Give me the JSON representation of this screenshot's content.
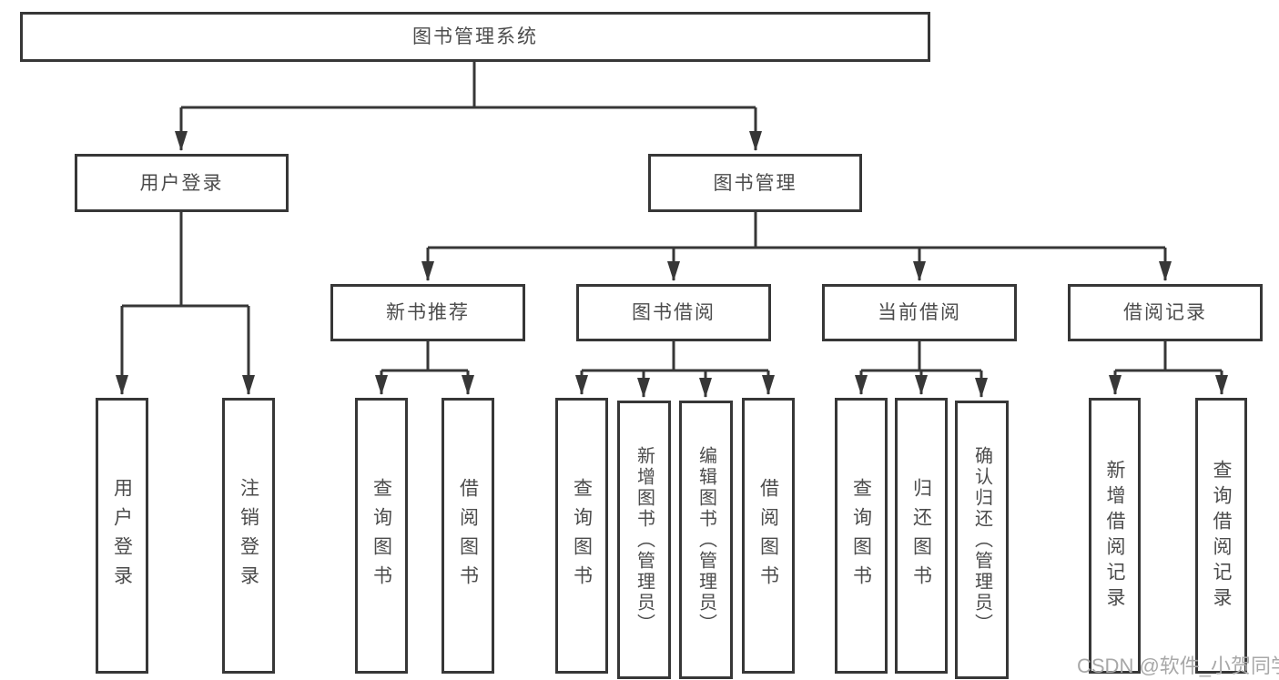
{
  "diagram": {
    "root": {
      "label": "图书管理系统",
      "children": [
        {
          "label": "用户登录",
          "children": [
            {
              "label": "用户登录"
            },
            {
              "label": "注销登录"
            }
          ]
        },
        {
          "label": "图书管理",
          "children": [
            {
              "label": "新书推荐",
              "children": [
                {
                  "label": "查询图书"
                },
                {
                  "label": "借阅图书"
                }
              ]
            },
            {
              "label": "图书借阅",
              "children": [
                {
                  "label": "查询图书"
                },
                {
                  "label": "新增图书（管理员）"
                },
                {
                  "label": "编辑图书（管理员）"
                },
                {
                  "label": "借阅图书"
                }
              ]
            },
            {
              "label": "当前借阅",
              "children": [
                {
                  "label": "查询图书"
                },
                {
                  "label": "归还图书"
                },
                {
                  "label": "确认归还（管理员）"
                }
              ]
            },
            {
              "label": "借阅记录",
              "children": [
                {
                  "label": "新增借阅记录"
                },
                {
                  "label": "查询借阅记录"
                }
              ]
            }
          ]
        }
      ]
    }
  },
  "watermark": "CSDN @软件_小贺同学",
  "colors": {
    "line": "#373737",
    "text": "#4c4c4c",
    "watermark": "#a8a8a8",
    "background": "#ffffff"
  }
}
